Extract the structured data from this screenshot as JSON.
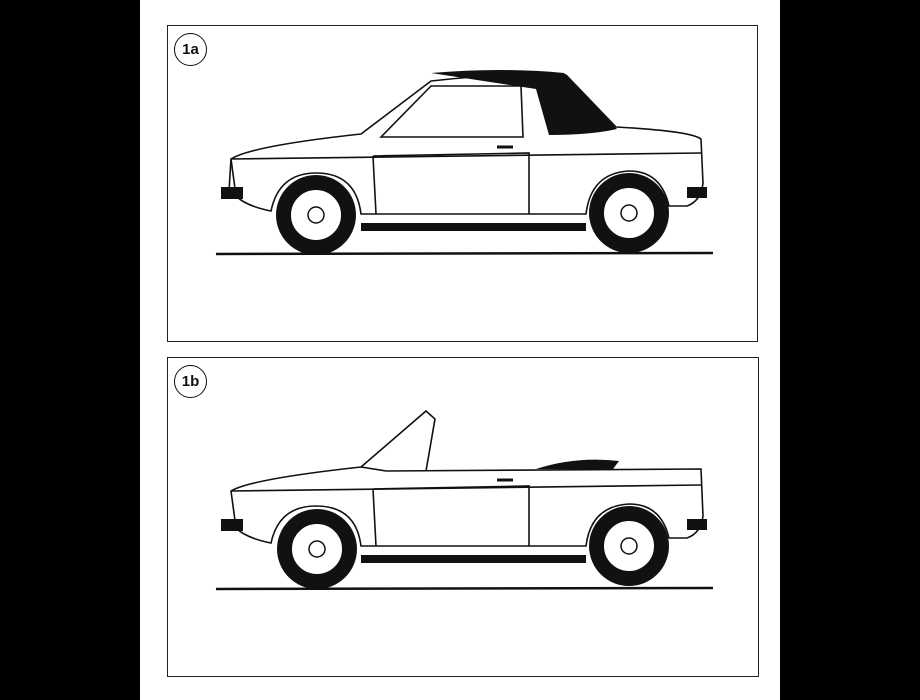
{
  "figures": [
    {
      "label": "1a",
      "variant": "top-closed"
    },
    {
      "label": "1b",
      "variant": "top-open"
    }
  ],
  "colors": {
    "background": "#000000",
    "page": "#ffffff",
    "ink": "#111111"
  }
}
